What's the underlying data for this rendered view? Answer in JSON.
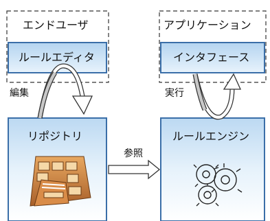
{
  "left_column": {
    "outer_title": "エンドユーザ",
    "inner_box": "ルールエディタ"
  },
  "right_column": {
    "outer_title": "アプリケーション",
    "inner_box": "インタフェース"
  },
  "repository": {
    "title": "リポジトリ",
    "icon": "card-catalog-drawer-icon"
  },
  "rule_engine": {
    "title": "ルールエンジン",
    "icon": "gears-icon"
  },
  "arrows": {
    "edit_label": "編集",
    "execute_label": "実行",
    "reference_label": "参照"
  },
  "colors": {
    "box_border": "#3a6ea8",
    "box_fill_light": "#ffffff",
    "box_fill_dark": "#bcd9f2",
    "inner_box_fill": "#cfe6f8"
  }
}
